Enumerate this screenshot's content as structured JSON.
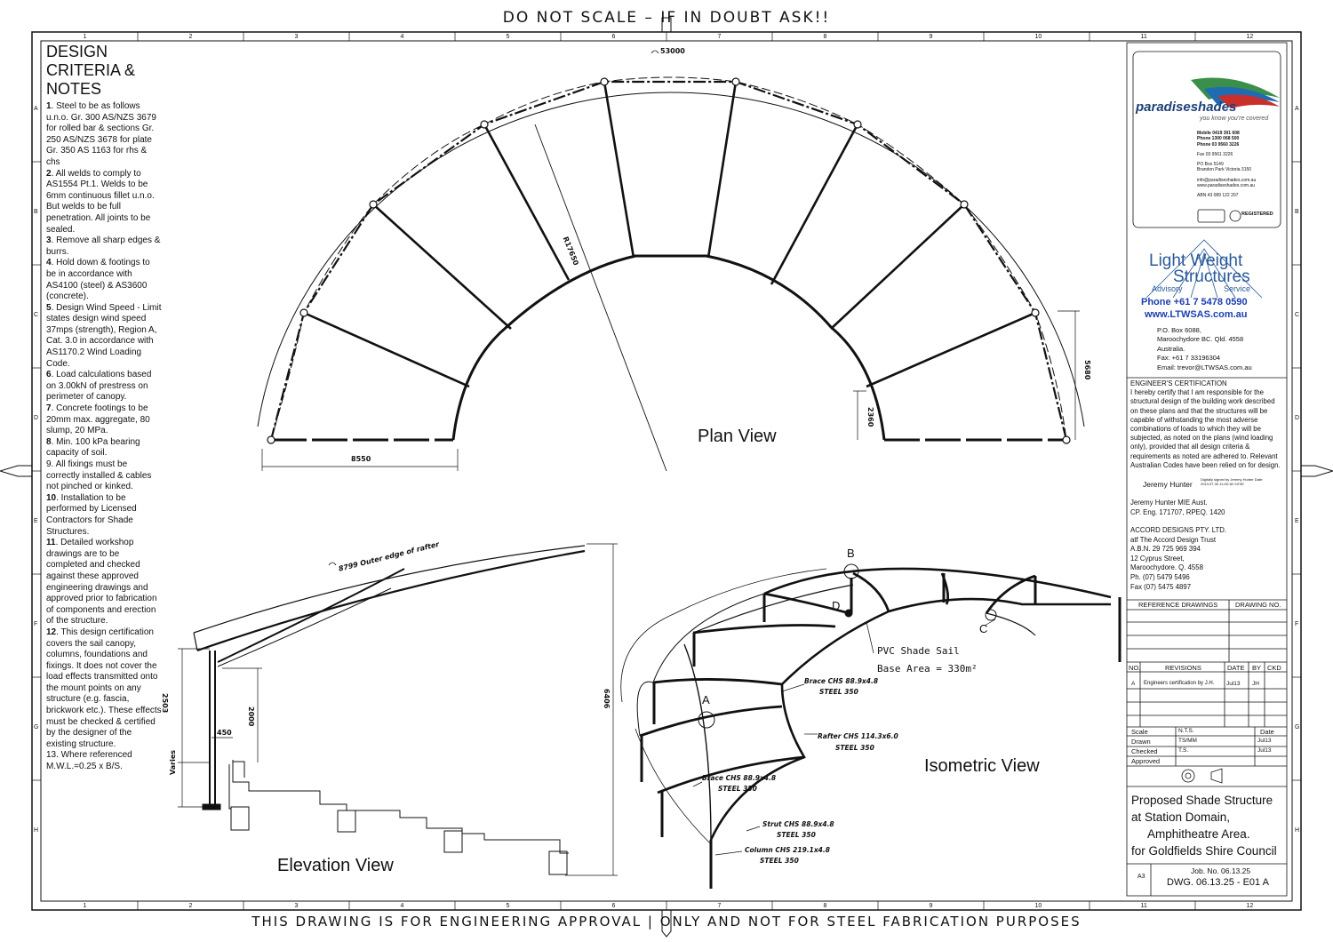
{
  "banners": {
    "top": "DO NOT SCALE  –  IF IN DOUBT ASK!!",
    "bottom": "THIS DRAWING IS FOR ENGINEERING APPROVAL  |  ONLY AND NOT FOR STEEL FABRICATION PURPOSES"
  },
  "grid": {
    "columns": [
      "1",
      "2",
      "3",
      "4",
      "5",
      "6",
      "7",
      "8",
      "9",
      "10",
      "11",
      "12"
    ],
    "rows": [
      "A",
      "B",
      "C",
      "D",
      "E",
      "F",
      "G",
      "H"
    ]
  },
  "notes": {
    "title": "DESIGN CRITERIA & NOTES",
    "items": [
      {
        "n": "1",
        "t": ". Steel to be as follows u.n.o. Gr. 300 AS/NZS 3679 for rolled bar & sections Gr. 250 AS/NZS 3678 for plate Gr. 350 AS 1163 for rhs & chs"
      },
      {
        "n": "2",
        "t": ". All welds to comply to AS1554 Pt.1.  Welds to be 6mm continuous fillet u.n.o. But welds to be full penetration.  All joints to be sealed."
      },
      {
        "n": "3",
        "t": ". Remove all sharp edges & burrs."
      },
      {
        "n": "4",
        "t": ". Hold down & footings to be in accordance with AS4100 (steel) & AS3600 (concrete)."
      },
      {
        "n": "5",
        "t": ". Design Wind Speed - Limit states design wind speed 37mps (strength), Region A, Cat. 3.0 in accordance with AS1170.2 Wind Loading Code."
      },
      {
        "n": "6",
        "t": ". Load calculations based on 3.00kN of prestress on perimeter of canopy."
      },
      {
        "n": "7",
        "t": ". Concrete footings to be 20mm max. aggregate, 80 slump, 20 MPa."
      },
      {
        "n": "8",
        "t": ". Min. 100 kPa bearing capacity of soil."
      },
      {
        "n": "",
        "t": "9. All fixings must be correctly installed & cables not pinched or kinked."
      },
      {
        "n": "10",
        "t": ". Installation to be performed by Licensed Contractors for Shade Structures."
      },
      {
        "n": "11",
        "t": ". Detailed workshop drawings are to be completed and checked against these approved engineering drawings and approved prior to fabrication of components and erection of the structure."
      },
      {
        "n": "12",
        "t": ". This design certification covers the sail canopy, columns, foundations and fixings. It does not cover the load effects transmitted onto the mount points on any structure (e.g. fascia, brickwork etc.). These effects must be checked & certified by the designer of the existing structure."
      },
      {
        "n": "",
        "t": "13. Where referenced M.W.L.=0.25 x B/S."
      }
    ]
  },
  "views": {
    "plan": "Plan View",
    "elevation": "Elevation View",
    "isometric": "Isometric View"
  },
  "plan_dims": {
    "arc": "53000",
    "radius": "R17650",
    "width": "8550",
    "d1": "5680",
    "d2": "2360"
  },
  "elev_dims": {
    "rafter": "8799 Outer edge of rafter",
    "h1": "2503",
    "h2": "2000",
    "h3": "6406",
    "w": "450",
    "var": "Varies"
  },
  "iso": {
    "callouts": [
      "A",
      "B",
      "C",
      "D"
    ],
    "sail": "PVC Shade Sail",
    "area": "Base Area = 330m²",
    "brace1": "Brace CHS 88.9x4.8",
    "brace1s": "STEEL 350",
    "rafter": "Rafter CHS 114.3x6.0",
    "rafters": "STEEL 350",
    "brace2": "Brace CHS 88.9x4.8",
    "brace2s": "STEEL 350",
    "strut": "Strut CHS 88.9x4.8",
    "struts": "STEEL 350",
    "column": "Column CHS 219.1x4.8",
    "columns": "STEEL 350"
  },
  "paradise": {
    "brand": "paradiseshades",
    "tagline": "you know you're covered",
    "mobile": "Mobile 0419 301 608",
    "phone1": "Phone 1300 068 500",
    "phone2": "Phone 03 9560 3226",
    "fax": "Fax 03 9561 3226",
    "po": "PO Box 5149",
    "addr": "Brandon Park Victoria 3150",
    "email": "info@paradiseshades.com.au",
    "web": "www.paradiseshades.com.au",
    "abn": "ABN 43 089 122 207",
    "badge2": "REGISTERED"
  },
  "ltw": {
    "l1": "Light Weight",
    "l2": "Structures",
    "l3a": "Advisory",
    "l3b": "Service",
    "phone": "Phone +61 7 5478 0590",
    "web": "www.LTWSAS.com.au",
    "a1": "P.O. Box 6088,",
    "a2": "Maroochydore BC.  Qld.  4558",
    "a3": "Australia.",
    "a4": "Fax: +61 7 33196304",
    "a5": "Email: trevor@LTWSAS.com.au"
  },
  "cert": {
    "title": "ENGINEER'S CERTIFICATION",
    "body": "I hereby certify that I am responsible for the structural design of the building work described on these plans and that the structures will be capable of withstanding the most adverse combinations of loads to which they will be subjected, as noted on the plans (wind loading only), provided that all design criteria & requirements as noted are adhered to. Relevant Australian Codes have been relied on for design.",
    "sig": "Jeremy Hunter",
    "digital": "Digitally signed by Jeremy Hunter Date: 2013.07.30 11:45:16+10'00'",
    "name": "Jeremy Hunter MIE Aust.",
    "reg": "CP. Eng. 171707, RPEQ. 1420",
    "co1": "ACCORD DESIGNS PTY. LTD.",
    "co2": "atf The Accord Design Trust",
    "co3": "A.B.N. 29 725 969 394",
    "co4": "12 Cyprus Street,",
    "co5": "Maroochydore. Q. 4558",
    "co6": "Ph. (07) 5479 5496",
    "co7": "Fax (07) 5475 4897"
  },
  "refs": {
    "h1": "REFERENCE DRAWINGS",
    "h2": "DRAWING NO."
  },
  "revisions": {
    "no": "NO.",
    "rev": "REVISIONS",
    "date": "DATE",
    "by": "BY",
    "ckd": "CKD",
    "r_no": "A",
    "r_text": "Engineers certification by J.H.",
    "r_date": "Jul13",
    "r_by": "JH"
  },
  "meta": {
    "scale_l": "Scale",
    "scale_v": "N.T.S.",
    "date_h": "Date",
    "drawn_l": "Drawn",
    "drawn_v": "TS/MM",
    "drawn_d": "Jul13",
    "checked_l": "Checked",
    "checked_v": "T.S.",
    "checked_d": "Jul13",
    "approved_l": "Approved"
  },
  "project": {
    "l1": "Proposed Shade Structure",
    "l2": "at Station Domain,",
    "l3": "Amphitheatre Area.",
    "l4": "for Goldfields Shire Council",
    "job": "Job. No. 06.13.25",
    "size": "A3",
    "dwg": "DWG.  06.13.25 - E01  A"
  }
}
